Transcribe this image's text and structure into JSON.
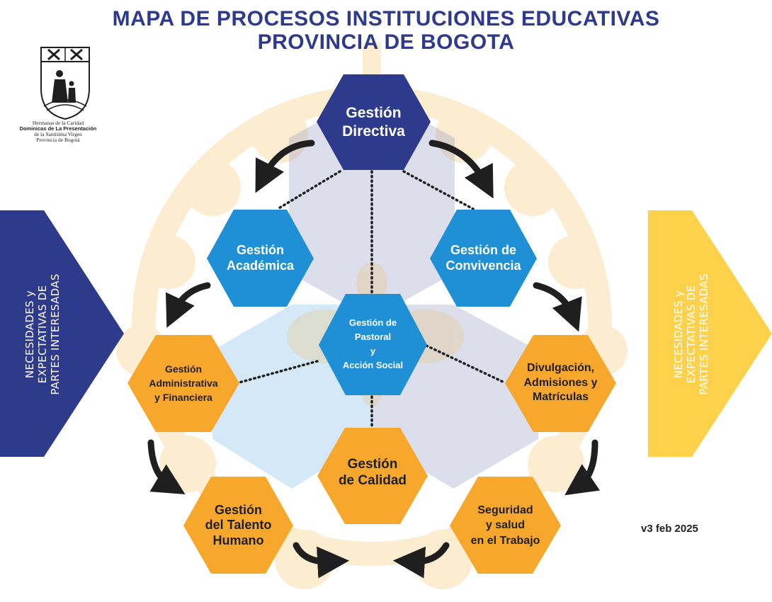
{
  "title": {
    "line1": "MAPA DE PROCESOS INSTITUCIONES EDUCATIVAS",
    "line2": "PROVINCIA DE BOGOTA"
  },
  "logo": {
    "line1": "Hermanas de la Caridad",
    "line2": "Dominicas de La Presentación",
    "line3": "de la Santísima Virgen",
    "line4": "Provincia de Bogotá"
  },
  "left_panel": {
    "text": "NECESIDADES y\nEXPECTATIVAS DE\nPARTES INTERESADAS",
    "color": "#2e3a8c"
  },
  "right_panel": {
    "text": "NECESIDADES y\nEXPECTATIVAS DE\nPARTES INTERESADAS",
    "color": "#fdd14a"
  },
  "colors": {
    "strategic": "#2e3a8c",
    "mission": "#1f8fd6",
    "support": "#f7a82c",
    "ring": "#fcecd0"
  },
  "processes": {
    "directiva": {
      "label": "Gestión\nDirectiva"
    },
    "academica": {
      "label": "Gestión\nAcadémica"
    },
    "convivencia": {
      "label": "Gestión de\nConvivencia"
    },
    "pastoral": {
      "label": "Gestión de\nPastoral\ny\nAcción Social"
    },
    "administrativa": {
      "label": "Gestión\nAdministrativa\ny Financiera"
    },
    "divulgacion": {
      "label": "Divulgación,\nAdmisiones y\nMatrículas"
    },
    "calidad": {
      "label": "Gestión\nde Calidad"
    },
    "talento": {
      "label": "Gestión\ndel Talento\nHumano"
    },
    "seguridad": {
      "label": "Seguridad\ny salud\nen el Trabajo"
    }
  },
  "version": "v3 feb 2025"
}
